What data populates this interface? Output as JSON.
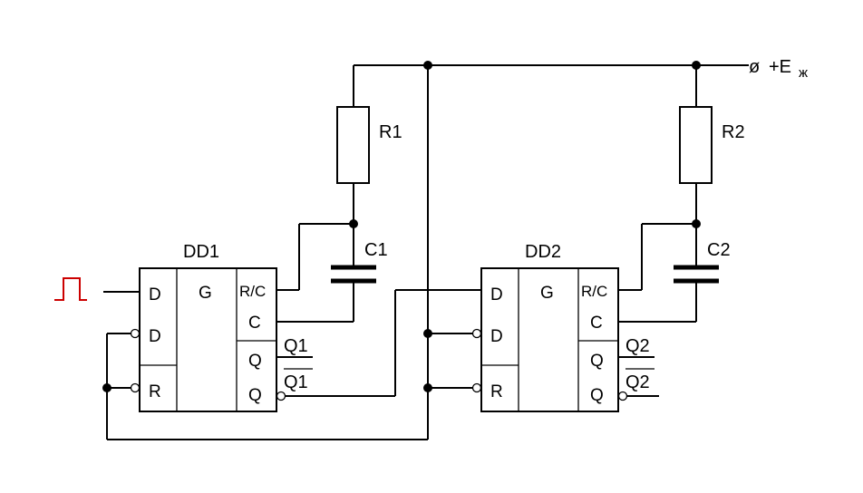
{
  "components": {
    "dd1": {
      "label": "DD1"
    },
    "dd2": {
      "label": "DD2"
    },
    "r1": {
      "label": "R1"
    },
    "r2": {
      "label": "R2"
    },
    "c1": {
      "label": "C1"
    },
    "c2": {
      "label": "C2"
    }
  },
  "pins": {
    "d": "D",
    "g": "G",
    "r": "R",
    "rc": "R/C",
    "c": "C",
    "q": "Q"
  },
  "outputs": {
    "q1": "Q1",
    "q1_bar": "Q1",
    "q2": "Q2",
    "q2_bar": "Q2"
  },
  "power": {
    "symbol": "ø",
    "label": "+E",
    "subscript": "ж"
  },
  "colors": {
    "line": "#000000",
    "input_pulse": "#cc0000"
  }
}
